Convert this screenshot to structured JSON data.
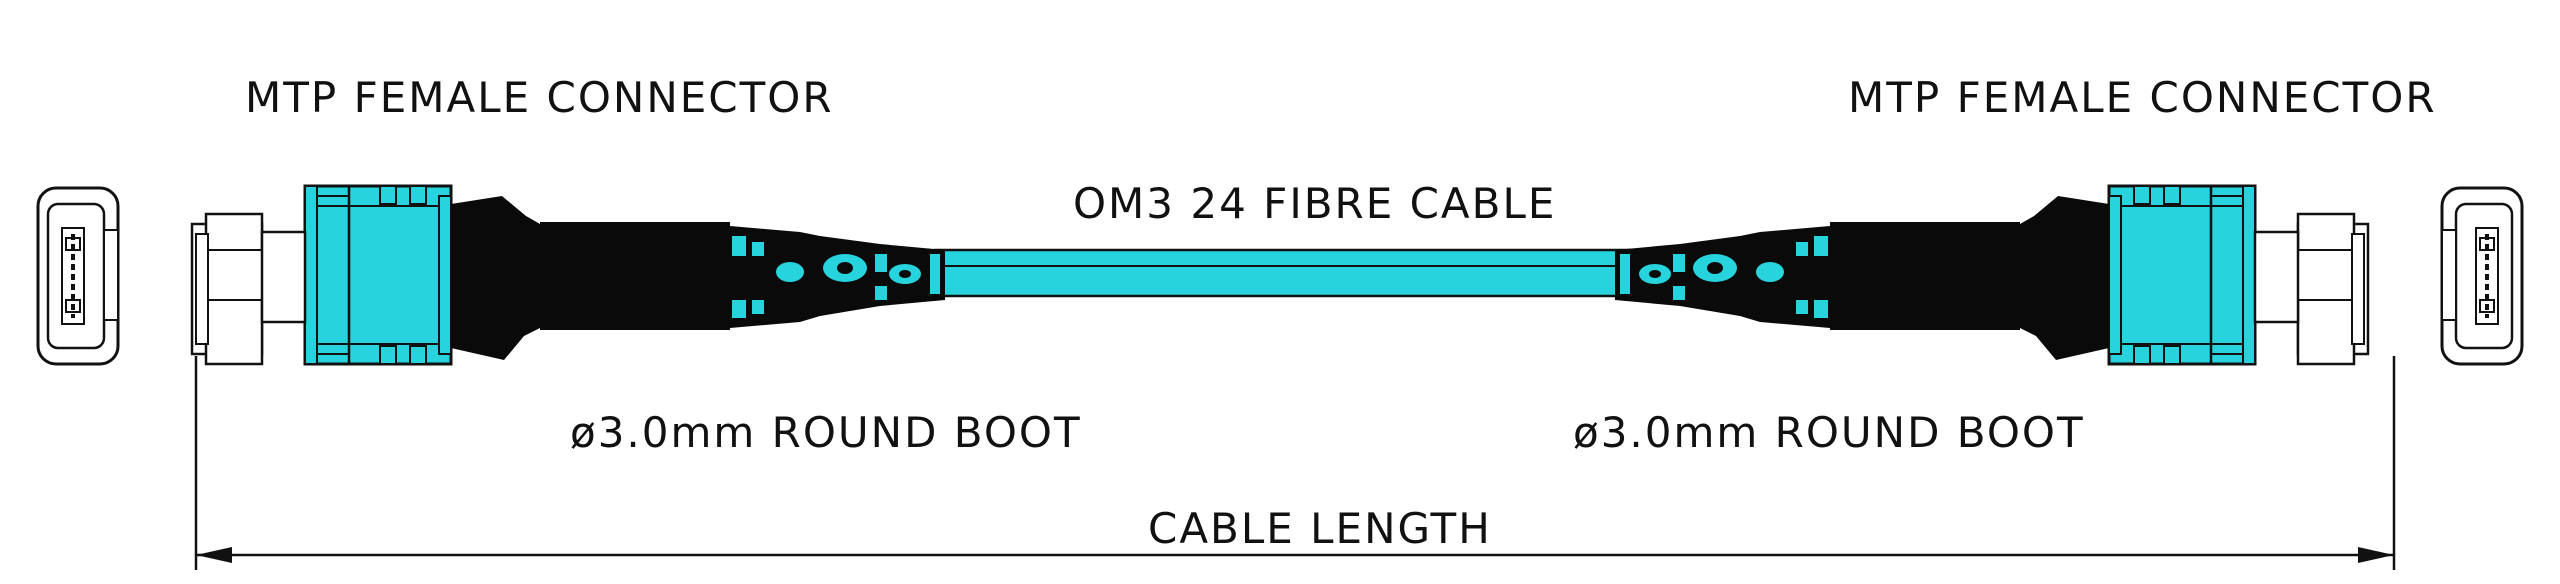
{
  "labels": {
    "left_connector": "MTP FEMALE CONNECTOR",
    "right_connector": "MTP FEMALE CONNECTOR",
    "cable": "OM3 24 FIBRE CABLE",
    "left_boot": "ø3.0mm ROUND BOOT",
    "right_boot": "ø3.0mm ROUND BOOT",
    "length": "CABLE LENGTH"
  },
  "colors": {
    "aqua": "#27d3dc",
    "black": "#0a0a0a",
    "line": "#111111",
    "white": "#ffffff"
  },
  "parts": {
    "end_face_icon": "connector-end-face",
    "connector_icon": "mtp-connector",
    "boot_icon": "round-boot",
    "cable_icon": "fibre-cable",
    "arrow_icon": "dimension-arrow"
  }
}
